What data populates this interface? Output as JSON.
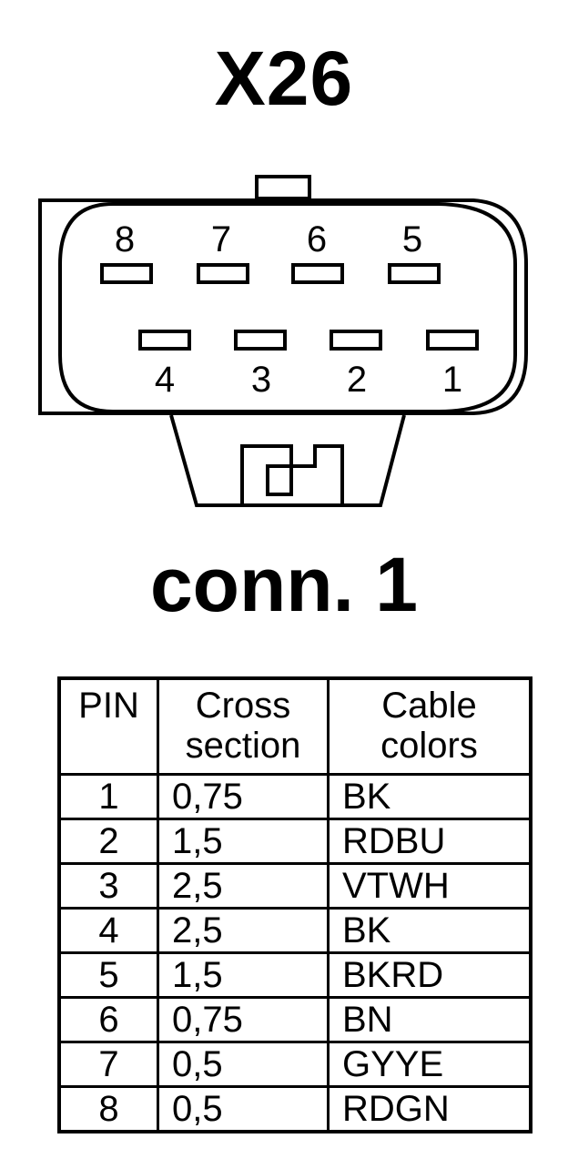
{
  "title": "X26",
  "connector_label": "conn. 1",
  "pins_top_row": [
    "8",
    "7",
    "6",
    "5"
  ],
  "pins_bottom_row": [
    "4",
    "3",
    "2",
    "1"
  ],
  "table": {
    "headers": {
      "pin": "PIN",
      "cross_line1": "Cross",
      "cross_line2": "section",
      "cable_line1": "Cable",
      "cable_line2": "colors"
    },
    "rows": [
      {
        "pin": "1",
        "cross": "0,75",
        "color": "BK"
      },
      {
        "pin": "2",
        "cross": "1,5",
        "color": "RDBU"
      },
      {
        "pin": "3",
        "cross": "2,5",
        "color": "VTWH"
      },
      {
        "pin": "4",
        "cross": "2,5",
        "color": "BK"
      },
      {
        "pin": "5",
        "cross": "1,5",
        "color": "BKRD"
      },
      {
        "pin": "6",
        "cross": "0,75",
        "color": "BN"
      },
      {
        "pin": "7",
        "cross": "0,5",
        "color": "GYYE"
      },
      {
        "pin": "8",
        "cross": "0,5",
        "color": "RDGN"
      }
    ]
  }
}
